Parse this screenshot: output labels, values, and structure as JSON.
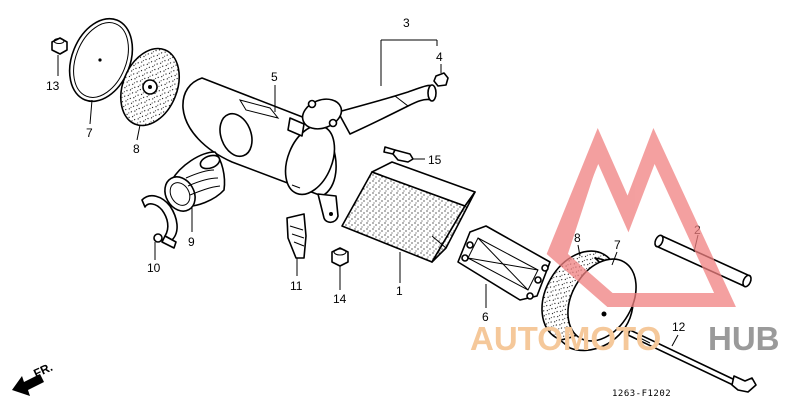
{
  "callouts": {
    "p1": "1",
    "p2": "2",
    "p3": "3",
    "p4": "4",
    "p5": "5",
    "p6": "6",
    "p7a": "7",
    "p7b": "7",
    "p8a": "8",
    "p8b": "8",
    "p9": "9",
    "p10": "10",
    "p11": "11",
    "p12": "12",
    "p13": "13",
    "p14": "14",
    "p15": "15"
  },
  "direction_label": "FR.",
  "diagram_code": "1263-F1202",
  "watermark": {
    "part1": "AUTOMOTO",
    "part2": "HUB",
    "color1": "#f5c89a",
    "color2": "#9a9a9a",
    "triangle_color": "#f08080"
  }
}
